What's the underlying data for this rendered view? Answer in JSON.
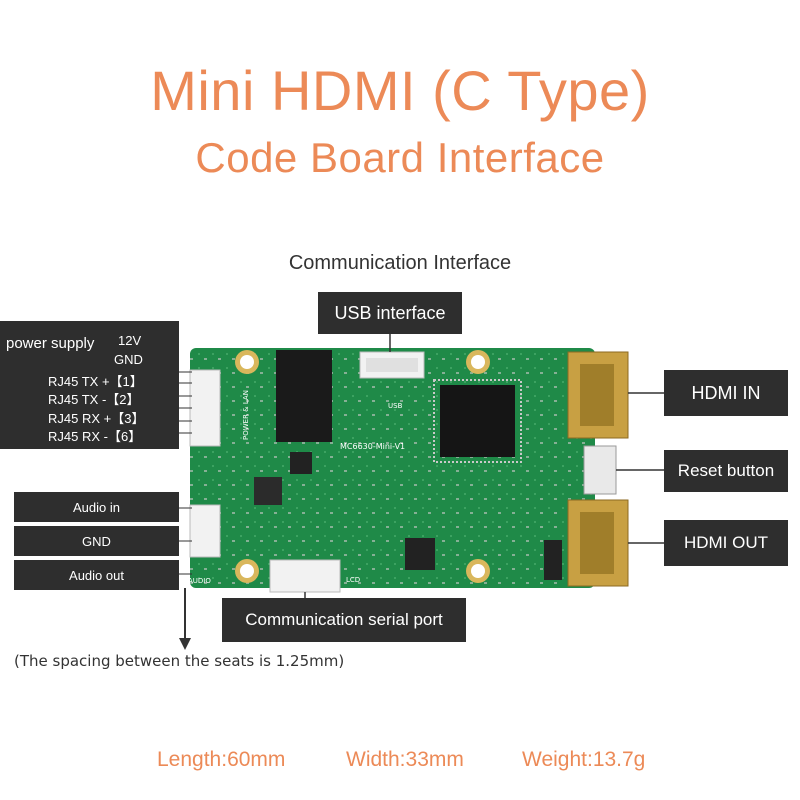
{
  "title": {
    "line1": "Mini HDMI (C Type)",
    "line2": "Code Board Interface"
  },
  "communication_interface": "Communication Interface",
  "labels": {
    "usb": "USB interface",
    "hdmi_in": "HDMI IN",
    "reset": "Reset button",
    "hdmi_out": "HDMI OUT",
    "serial": "Communication serial port",
    "audio_in": "Audio in",
    "gnd": "GND",
    "audio_out": "Audio out"
  },
  "power_box": {
    "title": "power supply",
    "v12": "12V",
    "gnd": "GND",
    "tx_plus": "RJ45 TX +【1】",
    "tx_minus": "RJ45 TX -【2】",
    "rx_plus": "RJ45 RX +【3】",
    "rx_minus": "RJ45 RX -【6】"
  },
  "spacing_note": "(The spacing between the seats is 1.25mm)",
  "board_silkscreen": {
    "model": "MC6630-Mini-V1",
    "usb": "USB",
    "power_lan": "POWER & LAN",
    "audio": "AUDIO",
    "lcd": "LCD"
  },
  "specs": {
    "length": "Length:60mm",
    "width": "Width:33mm",
    "weight": "Weight:13.7g"
  },
  "colors": {
    "accent": "#ec8a57",
    "label_bg": "#2e2e2e",
    "pcb": "#1f8a48"
  }
}
